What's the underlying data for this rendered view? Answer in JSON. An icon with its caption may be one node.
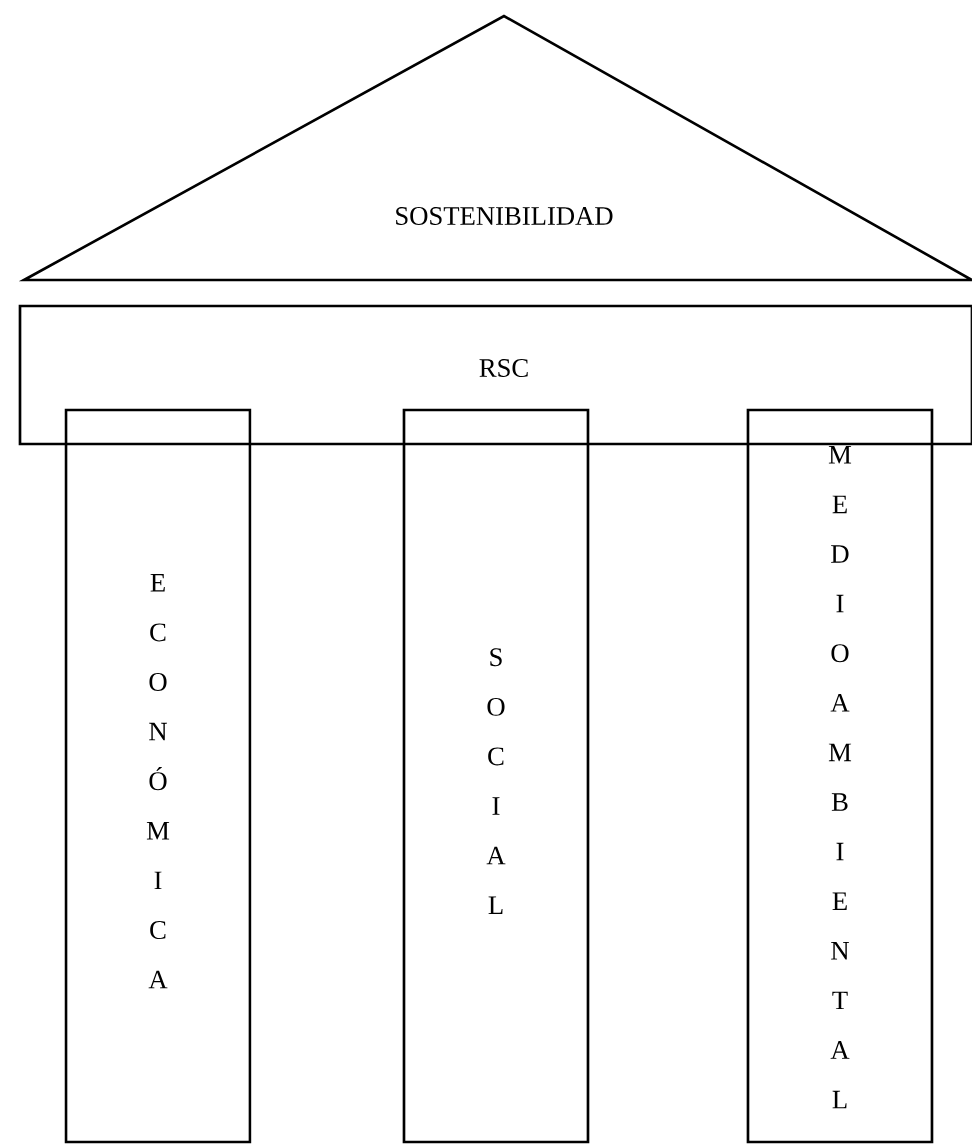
{
  "diagram": {
    "nodes": [
      {
        "text": [
          "SOSTENIBILIDAD"
        ]
      },
      {
        "text": [
          "RSC"
        ]
      },
      {
        "text": [
          "ECONÓMICA"
        ]
      },
      {
        "text": [
          "SOCIAL"
        ]
      },
      {
        "text": [
          "MEDIOAMBIENTAL"
        ]
      }
    ]
  }
}
